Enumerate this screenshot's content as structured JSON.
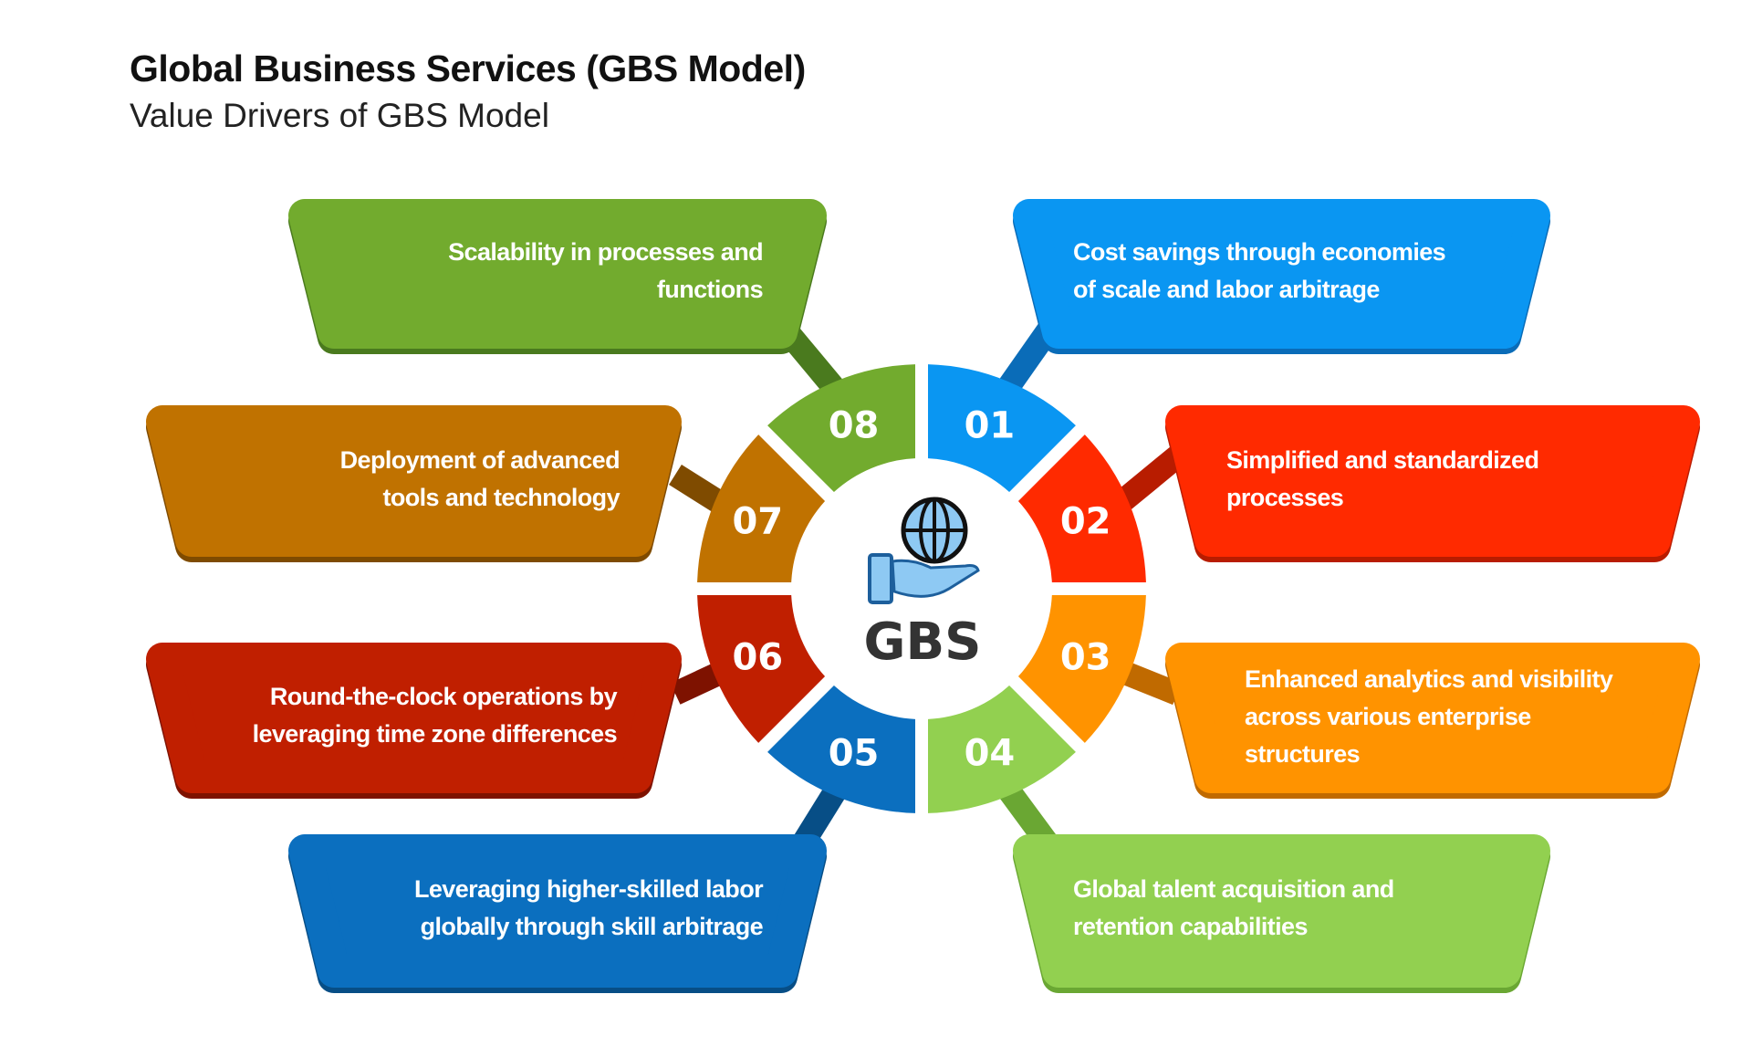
{
  "header": {
    "title": "Global Business Services (GBS Model)",
    "subtitle": "Value Drivers of GBS Model"
  },
  "center": {
    "label": "GBS",
    "icon": "globe-in-hand-icon"
  },
  "drivers": [
    {
      "number": "01",
      "lines": [
        "Cost savings through economies",
        "of scale and labor arbitrage"
      ],
      "color": "#0a96f2",
      "dark": "#0a6cb8"
    },
    {
      "number": "02",
      "lines": [
        "Simplified and standardized",
        "processes"
      ],
      "color": "#ff2a00",
      "dark": "#b81c00"
    },
    {
      "number": "03",
      "lines": [
        "Enhanced analytics and visibility",
        "across various enterprise",
        "structures"
      ],
      "color": "#ff9300",
      "dark": "#c06a00"
    },
    {
      "number": "04",
      "lines": [
        "Global talent acquisition and",
        "retention capabilities"
      ],
      "color": "#92d050",
      "dark": "#6aa733"
    },
    {
      "number": "05",
      "lines": [
        "Leveraging higher-skilled labor",
        "globally through skill arbitrage"
      ],
      "color": "#0b6fbf",
      "dark": "#074e86"
    },
    {
      "number": "06",
      "lines": [
        "Round-the-clock operations by",
        "leveraging time zone differences"
      ],
      "color": "#c01f00",
      "dark": "#7e1200"
    },
    {
      "number": "07",
      "lines": [
        "Deployment of advanced",
        "tools and technology"
      ],
      "color": "#c07200",
      "dark": "#7f4b00"
    },
    {
      "number": "08",
      "lines": [
        "Scalability in processes and",
        "functions"
      ],
      "color": "#72ab2e",
      "dark": "#4a7a1e"
    }
  ]
}
